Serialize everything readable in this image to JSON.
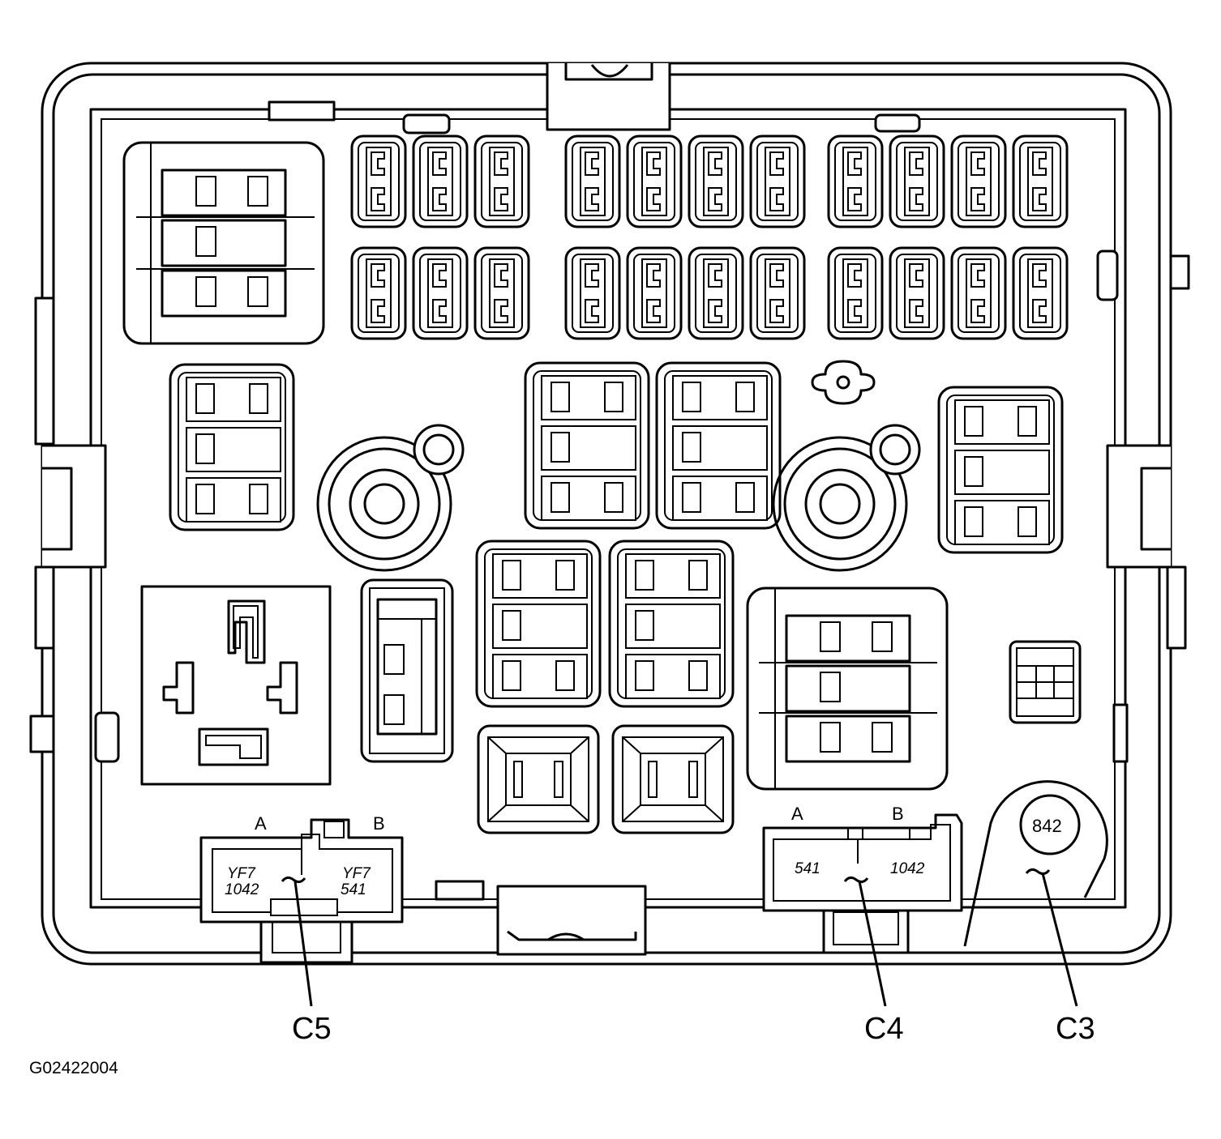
{
  "connectors": {
    "c5": {
      "callout": "C5",
      "cavity_a": "A",
      "cavity_b": "B",
      "wire_a_code": "YF7",
      "wire_a_circuit": "1042",
      "wire_b_code": "YF7",
      "wire_b_circuit": "541"
    },
    "c4": {
      "callout": "C4",
      "cavity_a": "A",
      "cavity_b": "B",
      "wire_a_circuit": "541",
      "wire_b_circuit": "1042"
    },
    "c3": {
      "callout": "C3",
      "circuit": "842"
    }
  },
  "figure_id": "G02422004"
}
